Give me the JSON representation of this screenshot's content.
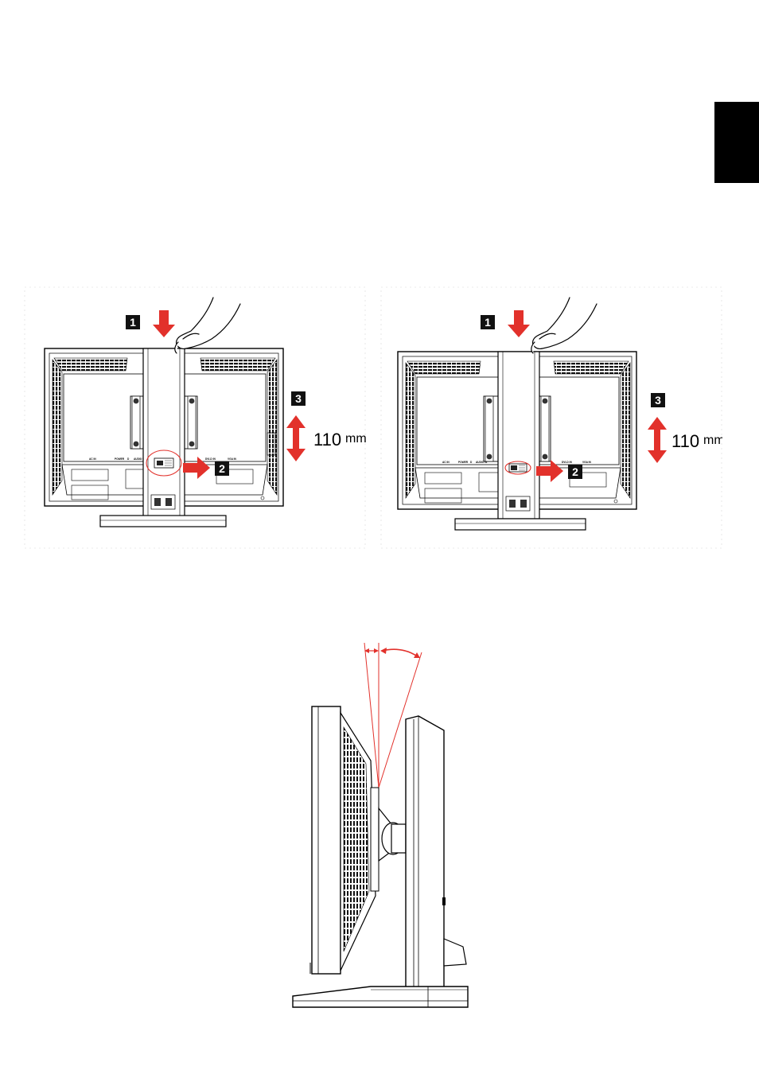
{
  "colors": {
    "accent_red": "#e2312b",
    "ink": "#000000",
    "side_tab": "#000000",
    "background": "#ffffff"
  },
  "figures": {
    "height_adjust_left": {
      "step1": "1",
      "step2": "2",
      "step3": "3",
      "distance_value": "110",
      "distance_unit": "mm",
      "ports": [
        "AC IN",
        "POWER",
        "D",
        "AUDIO IN",
        "DVI-D IN",
        "VGA IN"
      ]
    },
    "height_adjust_right": {
      "step1": "1",
      "step2": "2",
      "step3": "3",
      "distance_value": "110",
      "distance_unit": "mm",
      "ports": [
        "AC IN",
        "POWER",
        "D",
        "AUDIO IN",
        "DVI-D IN",
        "VGA IN"
      ]
    },
    "tilt_side_view": {
      "icons": [
        "forward-tilt-arrow-icon",
        "backward-tilt-arrow-icon"
      ]
    }
  }
}
